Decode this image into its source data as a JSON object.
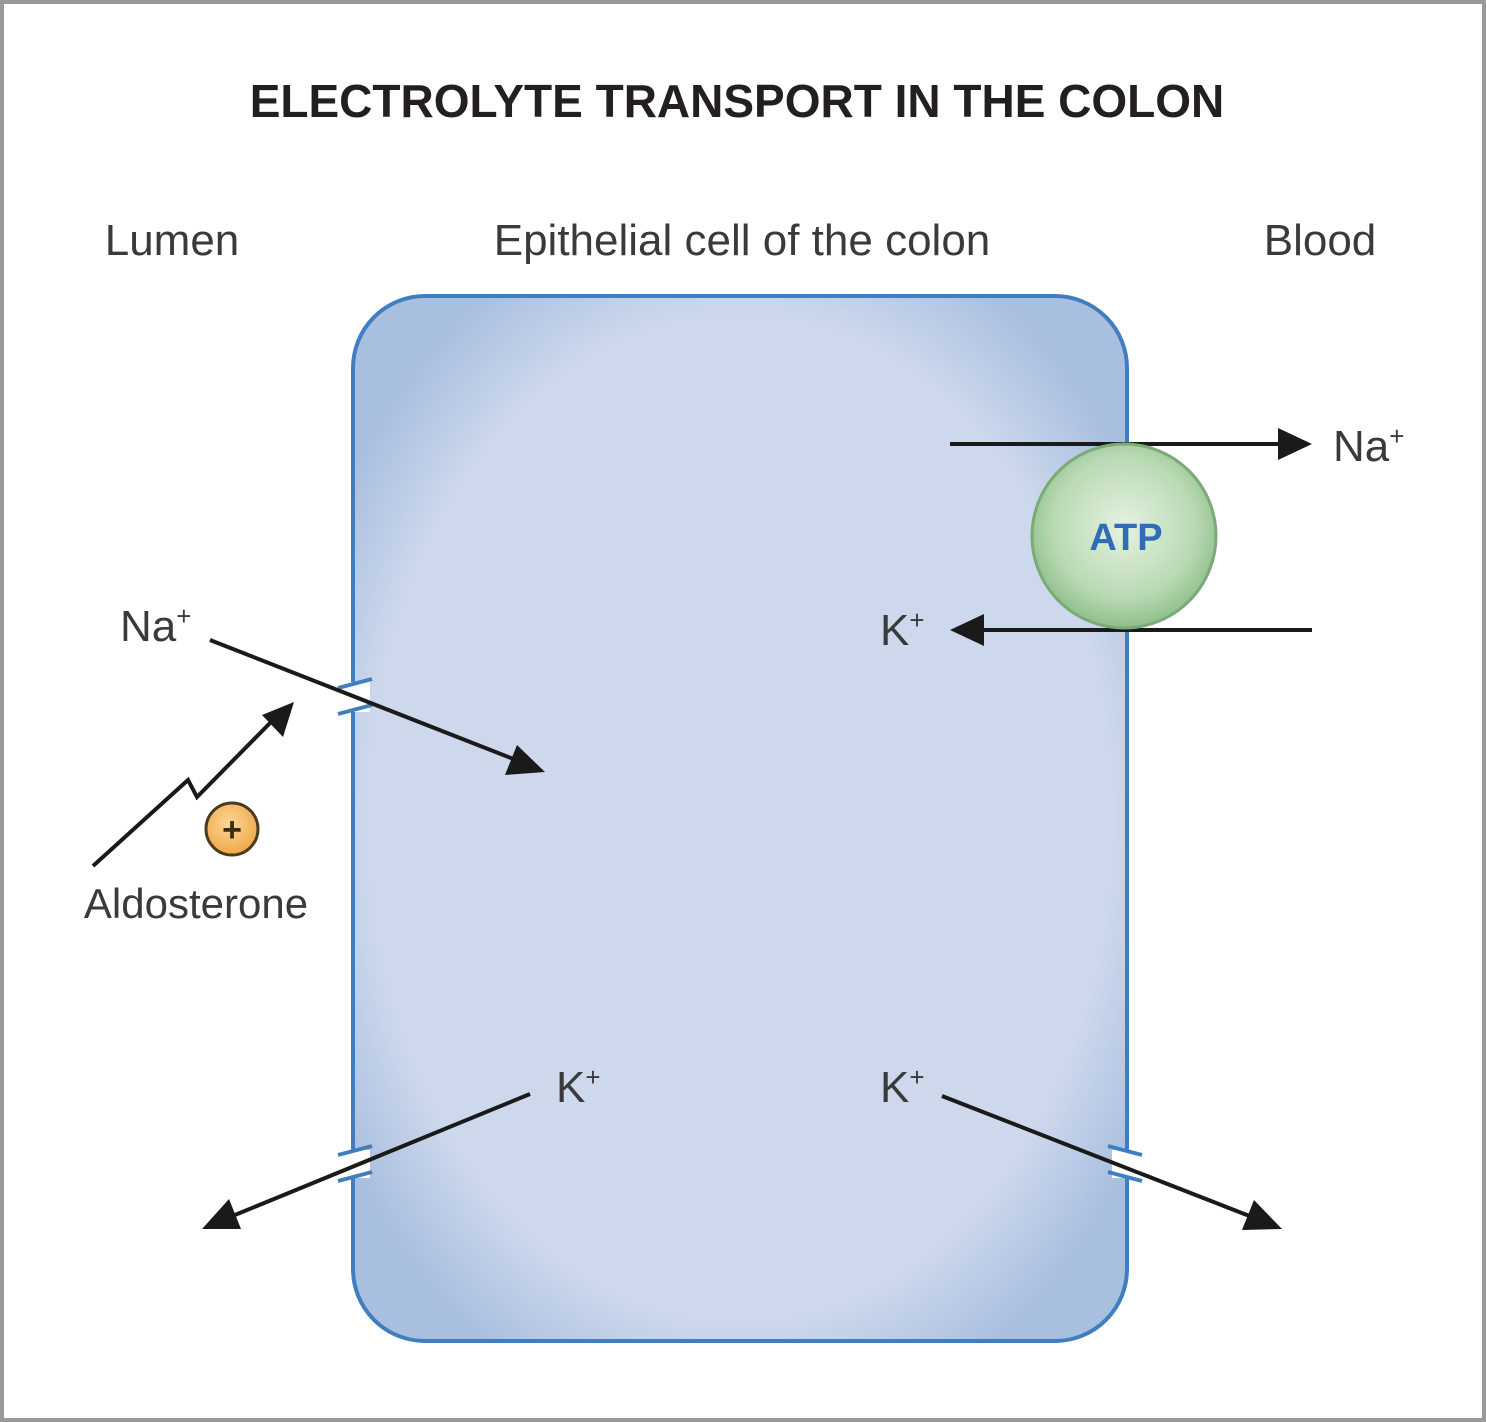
{
  "title": "ELECTROLYTE TRANSPORT IN THE COLON",
  "regions": {
    "lumen": "Lumen",
    "cell": "Epithelial cell of the colon",
    "blood": "Blood"
  },
  "ions": {
    "na_apical": {
      "base": "Na",
      "sup": "+"
    },
    "na_basolateral": {
      "base": "Na",
      "sup": "+"
    },
    "k_pump": {
      "base": "K",
      "sup": "+"
    },
    "k_apical": {
      "base": "K",
      "sup": "+"
    },
    "k_basolateral": {
      "base": "K",
      "sup": "+"
    }
  },
  "pump": {
    "label": "ATP"
  },
  "hormone": {
    "label": "Aldosterone",
    "effect_symbol": "+"
  },
  "colors": {
    "cell_fill": "#cdd8ec",
    "cell_border": "#3f7fc0",
    "pump_fill": "#b9d9b4",
    "pump_text": "#2f6db5",
    "stimulus_badge": "#f3b55a",
    "frame": "#999999",
    "arrows": "#1a1a1a"
  }
}
